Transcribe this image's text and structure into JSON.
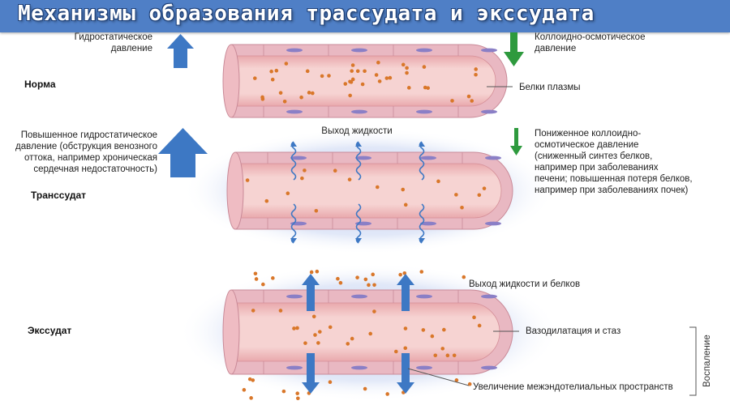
{
  "title": "Механизмы образования трассудата и экссудата",
  "rows": {
    "norm": "Норма",
    "transudate": "Транссудат",
    "exudate": "Экссудат"
  },
  "labels": {
    "hydrostatic": "Гидростатическое\nдавление",
    "oncotic": "Коллоидно-осмотическое\nдавление",
    "plasma_proteins": "Белки плазмы",
    "fluid_exit": "Выход жидкости",
    "increased_hydrostatic": "Повышенное гидростатическое\nдавление (обструкция венозного\nоттока, например хроническая\nсердечная недостаточность)",
    "decreased_oncotic": "Пониженное коллоидно-\nосмотическое давление\n(сниженный синтез белков,\nнапример при заболеваниях\nпечени; повышенная потеря белков,\nнапример при заболеваниях почек)",
    "fluid_protein_exit": "Выход жидкости и белков",
    "vasodilation": "Вазодилатация и стаз",
    "gaps": "Увеличение межэндотелиальных пространств",
    "inflammation": "Воспаление"
  },
  "colors": {
    "banner": "#4f7fc6",
    "arrow_blue": "#3d78c4",
    "arrow_green": "#2e9a3e",
    "vessel_wall": "#e9b8c2",
    "vessel_lumen": "#f3c9c9",
    "protein": "#d9772a",
    "nucleus": "#8a7fc6",
    "halo": "#b9c8ee"
  }
}
